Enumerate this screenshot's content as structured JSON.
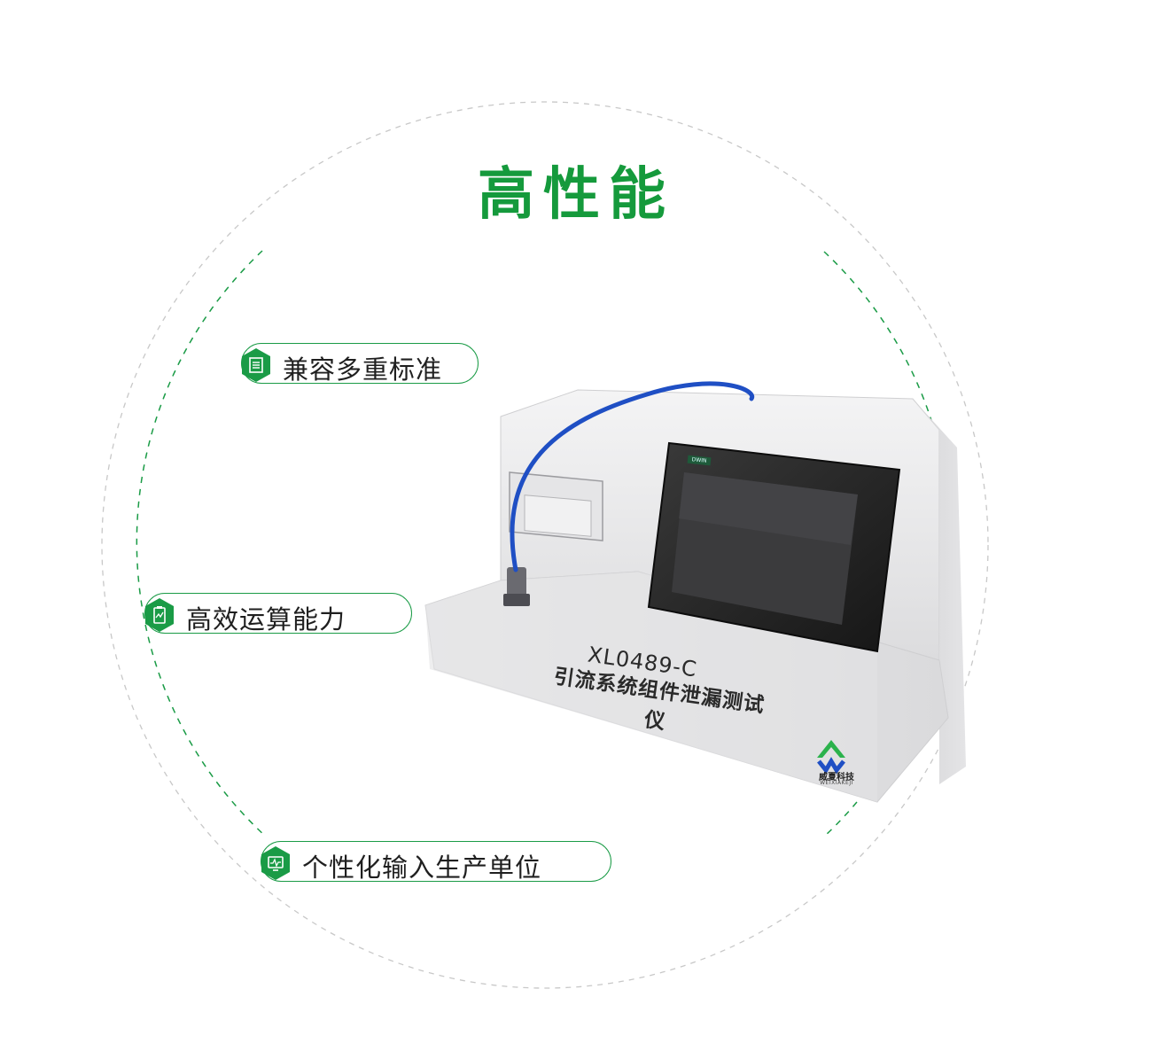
{
  "heading": "高性能",
  "features": [
    {
      "label": "兼容多重标准",
      "icon": "list-document-icon"
    },
    {
      "label": "高效运算能力",
      "icon": "clipboard-chart-icon"
    },
    {
      "label": "个性化输入生产单位",
      "icon": "monitor-waveform-icon"
    }
  ],
  "product": {
    "model": "XL0489-C",
    "name": "引流系统组件泄漏测试仪",
    "brand_logo_text": "威夏科技",
    "brand_logo_sub": "WEIXIAKEJI",
    "screen_brand": "DWIN"
  },
  "colors": {
    "accent": "#159a3c",
    "pill_border": "#1a9b46",
    "hose": "#1f4fc4",
    "device_body": "#e9e9ea",
    "screen_bezel": "#1a1a1a"
  }
}
